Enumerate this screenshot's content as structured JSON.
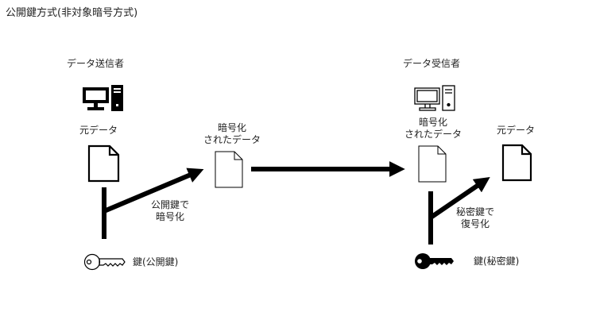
{
  "title": "公開鍵方式(非対象暗号方式)",
  "sender": {
    "label": "データ送信者",
    "original_data_label": "元データ",
    "key_label": "鍵(公開鍵)",
    "action_line1": "公開鍵で",
    "action_line2": "暗号化"
  },
  "encrypted": {
    "line1": "暗号化",
    "line2": "されたデータ"
  },
  "receiver": {
    "label": "データ受信者",
    "encrypted_line1": "暗号化",
    "encrypted_line2": "されたデータ",
    "original_data_label": "元データ",
    "key_label": "鍵(秘密鍵)",
    "action_line1": "秘密鍵で",
    "action_line2": "復号化"
  },
  "icons": {
    "sender_computer": "desktop-computer-filled-icon",
    "receiver_computer": "desktop-computer-outline-icon",
    "document": "document-icon",
    "public_key": "key-outline-icon",
    "private_key": "key-filled-icon"
  },
  "colors": {
    "ink": "#000000",
    "text": "#222222",
    "background": "#ffffff"
  }
}
